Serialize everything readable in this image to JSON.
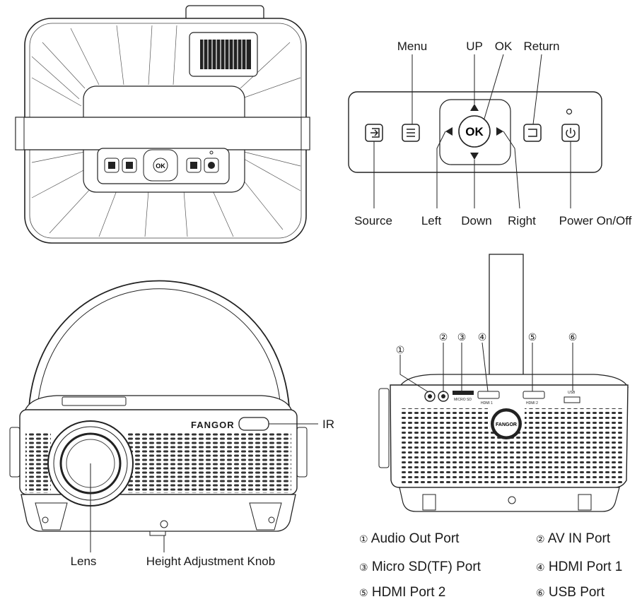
{
  "control_panel": {
    "menu": "Menu",
    "up": "UP",
    "ok": "OK",
    "return": "Return",
    "source": "Source",
    "left": "Left",
    "down": "Down",
    "right": "Right",
    "power": "Power On/Off",
    "ok_button": "OK"
  },
  "front_view": {
    "brand": "FANGOR",
    "ir": "IR",
    "lens": "Lens",
    "height_knob": "Height Adjustment Knob"
  },
  "rear_view": {
    "callouts": [
      "①",
      "②",
      "③",
      "④",
      "⑤",
      "⑥"
    ],
    "brand": "FANGOR",
    "micro_sd": "MICRO SD",
    "hdmi1": "HDMI 1",
    "hdmi2": "HDMI 2",
    "usb": "USB"
  },
  "ports": [
    {
      "num": "①",
      "label": "Audio Out Port"
    },
    {
      "num": "②",
      "label": "AV IN Port"
    },
    {
      "num": "③",
      "label": "Micro SD(TF) Port"
    },
    {
      "num": "④",
      "label": "HDMI Port 1"
    },
    {
      "num": "⑤",
      "label": "HDMI Port 2"
    },
    {
      "num": "⑥",
      "label": "USB Port"
    }
  ]
}
